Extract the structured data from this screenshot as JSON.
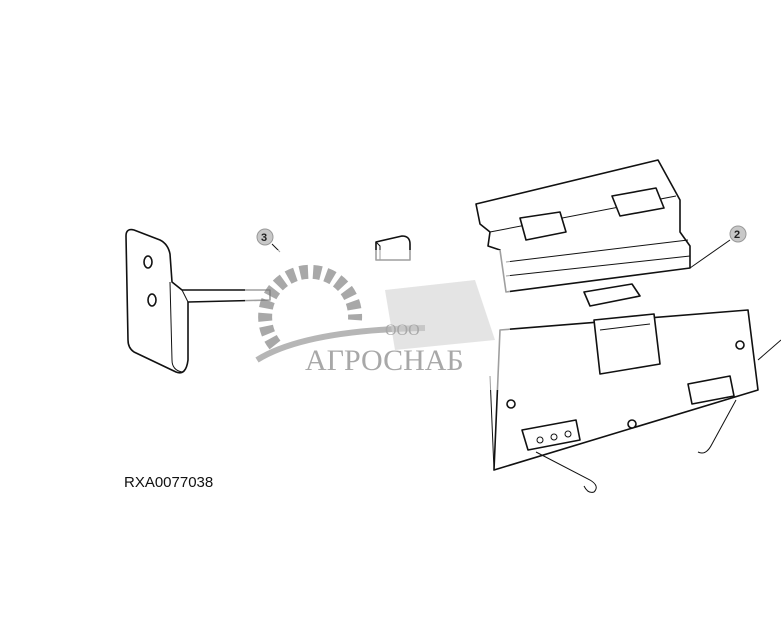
{
  "figure": {
    "id_label": "RXA0077038",
    "callouts": [
      {
        "number": "3"
      },
      {
        "number": "2"
      }
    ]
  },
  "watermark": {
    "company_prefix": "ООО",
    "company_name": "АГРОСНАБ",
    "color": "#999999"
  }
}
